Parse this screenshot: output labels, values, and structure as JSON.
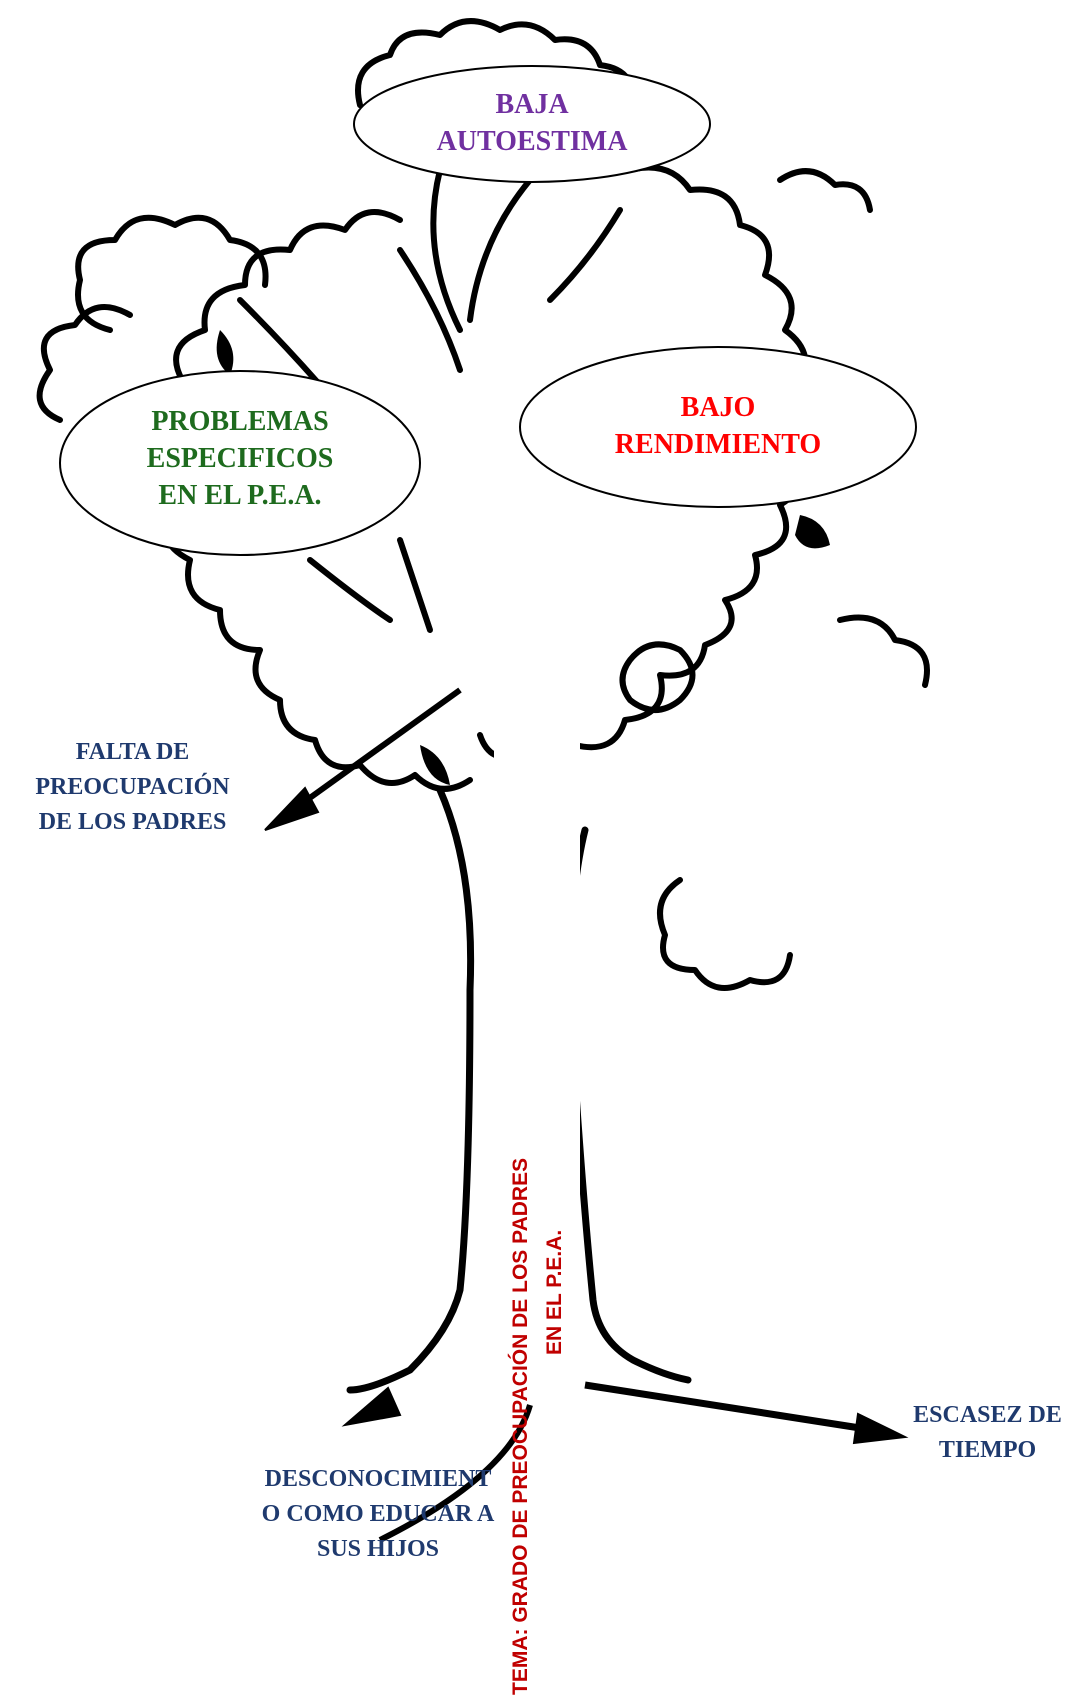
{
  "topic": {
    "lines": [
      "TEMA: GRADO DE PREOCUPACIÓN DE LOS PADRES",
      "EN EL P.E.A."
    ],
    "color": "#c00000"
  },
  "effects": [
    {
      "id": "baja-autoestima",
      "lines": [
        "BAJA",
        "AUTOESTIMA"
      ],
      "color": "#7030a0"
    },
    {
      "id": "problemas-especificos",
      "lines": [
        "PROBLEMAS",
        "ESPECIFICOS",
        "EN EL P.E.A."
      ],
      "color": "#1e6b1e"
    },
    {
      "id": "bajo-rendimiento",
      "lines": [
        "BAJO",
        "RENDIMIENTO"
      ],
      "color": "#ff0000"
    }
  ],
  "causes": [
    {
      "id": "falta-de-preocupacion",
      "lines": [
        "FALTA DE",
        "PREOCUPACIÓN",
        "DE LOS PADRES"
      ]
    },
    {
      "id": "desconocimiento",
      "lines": [
        "DESCONOCIMIENT",
        "O COMO EDUCAR A",
        "SUS HIJOS"
      ]
    },
    {
      "id": "escasez-de-tiempo",
      "lines": [
        "ESCASEZ DE",
        "TIEMPO"
      ]
    }
  ],
  "colors": {
    "cause_text": "#1f3a6e",
    "outline": "#000000"
  }
}
